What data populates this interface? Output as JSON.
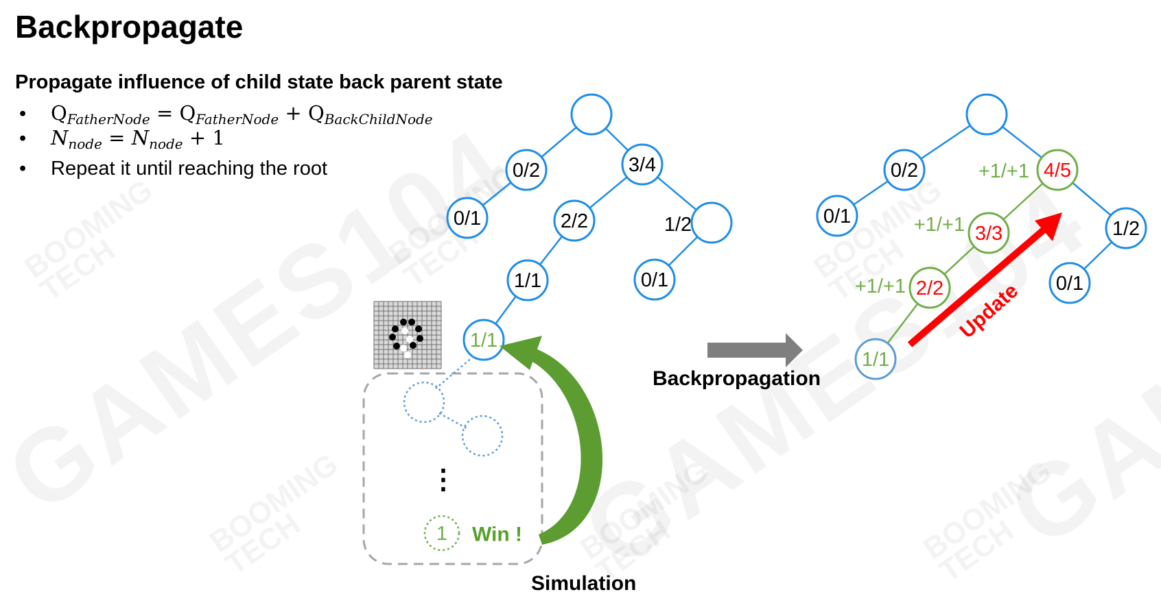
{
  "title": "Backpropagate",
  "subtitle": "Propagate influence of child state back parent state",
  "bullets": {
    "marker": "•",
    "q_lhs": "Q",
    "q_lhs_sub": "FatherNode",
    "q_eq": "=",
    "q_rhs1": "Q",
    "q_rhs1_sub": "FatherNode",
    "q_plus": "+",
    "q_rhs2": "Q",
    "q_rhs2_sub": "BackChildNode",
    "n_lhs": "N",
    "n_lhs_sub": "node",
    "n_eq": "=",
    "n_rhs": "N",
    "n_rhs_sub": "node",
    "n_tail": "+ 1",
    "repeat": "Repeat it until reaching the root"
  },
  "left_tree": {
    "root": "",
    "n1": "0/2",
    "n2": "3/4",
    "n3": "0/1",
    "n4": "2/2",
    "n5": "1/2",
    "n6": "1/1",
    "n7": "0/1",
    "n8": "1/1"
  },
  "simulation": {
    "leaf_value": "1",
    "win_text": "Win !",
    "dots": "⋮",
    "caption": "Simulation"
  },
  "arrow_label": "Backpropagation",
  "right_tree": {
    "root": "",
    "n1": "0/2",
    "n2": "4/5",
    "n3": "0/1",
    "n4": "3/3",
    "n5": "1/2",
    "n6": "2/2",
    "n7": "0/1",
    "n8": "1/1",
    "inc2": "+1/+1",
    "inc4": "+1/+1",
    "inc6": "+1/+1",
    "update": "Update"
  },
  "watermark": {
    "main": "GAMES104",
    "sub1": "BOOMING",
    "sub2": "TECH"
  },
  "colors": {
    "node_blue": "#1e8ce6",
    "path_green": "#70ad47",
    "highlight_red": "#ff0000",
    "arrow_gray": "#7f7f7f",
    "win_green": "#5aa02c"
  }
}
